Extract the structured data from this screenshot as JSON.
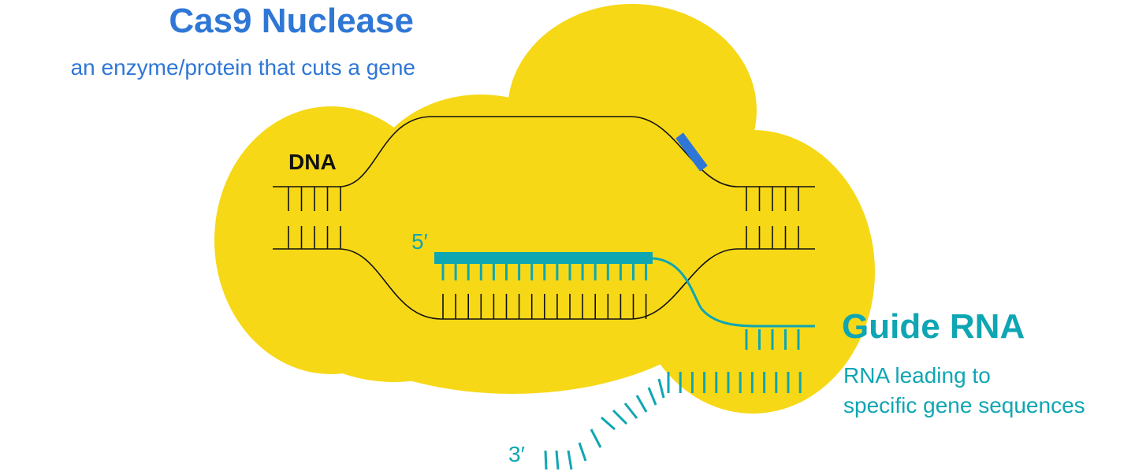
{
  "colors": {
    "cloud": "#f6d817",
    "cas_blue": "#2f77d6",
    "rna_teal": "#0fa6b3",
    "dna_black": "#111111"
  },
  "cas9": {
    "title": "Cas9 Nuclease",
    "subtitle": "an enzyme/protein that cuts a gene"
  },
  "dna_label": "DNA",
  "rna_five_prime": "5′",
  "rna_three_prime": "3′",
  "guide_rna": {
    "title": "Guide RNA",
    "subtitle_lines": [
      "RNA leading to",
      "specific gene sequences"
    ]
  }
}
